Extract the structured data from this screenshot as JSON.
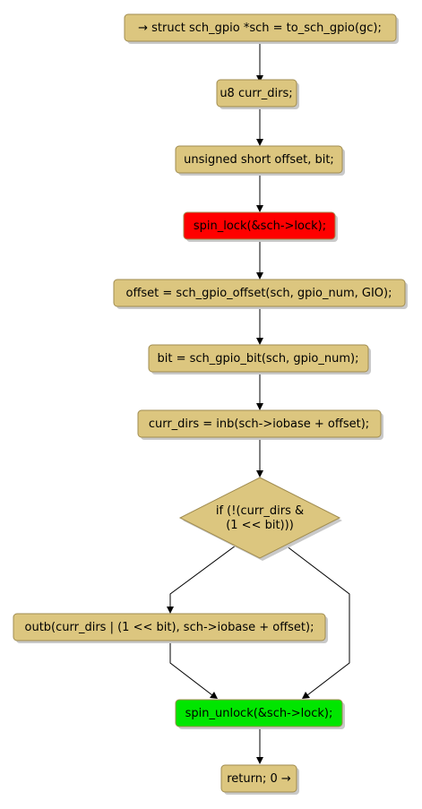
{
  "diagram": {
    "type": "flowchart",
    "colors": {
      "default_fill": "#dcc67f",
      "default_border": "#a08c50",
      "lock_fill": "#ff0000",
      "unlock_fill": "#00e600",
      "edge": "#000000"
    },
    "nodes": [
      {
        "id": "n1",
        "label": "→ struct sch_gpio *sch = to_sch_gpio(gc);",
        "style": "default"
      },
      {
        "id": "n2",
        "label": "u8 curr_dirs;",
        "style": "default"
      },
      {
        "id": "n3",
        "label": "unsigned short offset, bit;",
        "style": "default"
      },
      {
        "id": "n4",
        "label": "spin_lock(&sch->lock);",
        "style": "lock"
      },
      {
        "id": "n5",
        "label": "offset = sch_gpio_offset(sch, gpio_num, GIO);",
        "style": "default"
      },
      {
        "id": "n6",
        "label": "bit = sch_gpio_bit(sch, gpio_num);",
        "style": "default"
      },
      {
        "id": "n7",
        "label": "curr_dirs = inb(sch->iobase + offset);",
        "style": "default"
      },
      {
        "id": "n8",
        "label_lines": [
          "if (!(curr_dirs &",
          "(1 << bit)))"
        ],
        "style": "decision"
      },
      {
        "id": "n9",
        "label": "outb(curr_dirs | (1 << bit), sch->iobase + offset);",
        "style": "default"
      },
      {
        "id": "n10",
        "label": "spin_unlock(&sch->lock);",
        "style": "unlock"
      },
      {
        "id": "n11",
        "label": "return; 0 →",
        "style": "default"
      }
    ],
    "edges": [
      {
        "from": "n1",
        "to": "n2"
      },
      {
        "from": "n2",
        "to": "n3"
      },
      {
        "from": "n3",
        "to": "n4"
      },
      {
        "from": "n4",
        "to": "n5"
      },
      {
        "from": "n5",
        "to": "n6"
      },
      {
        "from": "n6",
        "to": "n7"
      },
      {
        "from": "n7",
        "to": "n8"
      },
      {
        "from": "n8",
        "to": "n9"
      },
      {
        "from": "n8",
        "to": "n10"
      },
      {
        "from": "n9",
        "to": "n10"
      },
      {
        "from": "n10",
        "to": "n11"
      }
    ]
  }
}
